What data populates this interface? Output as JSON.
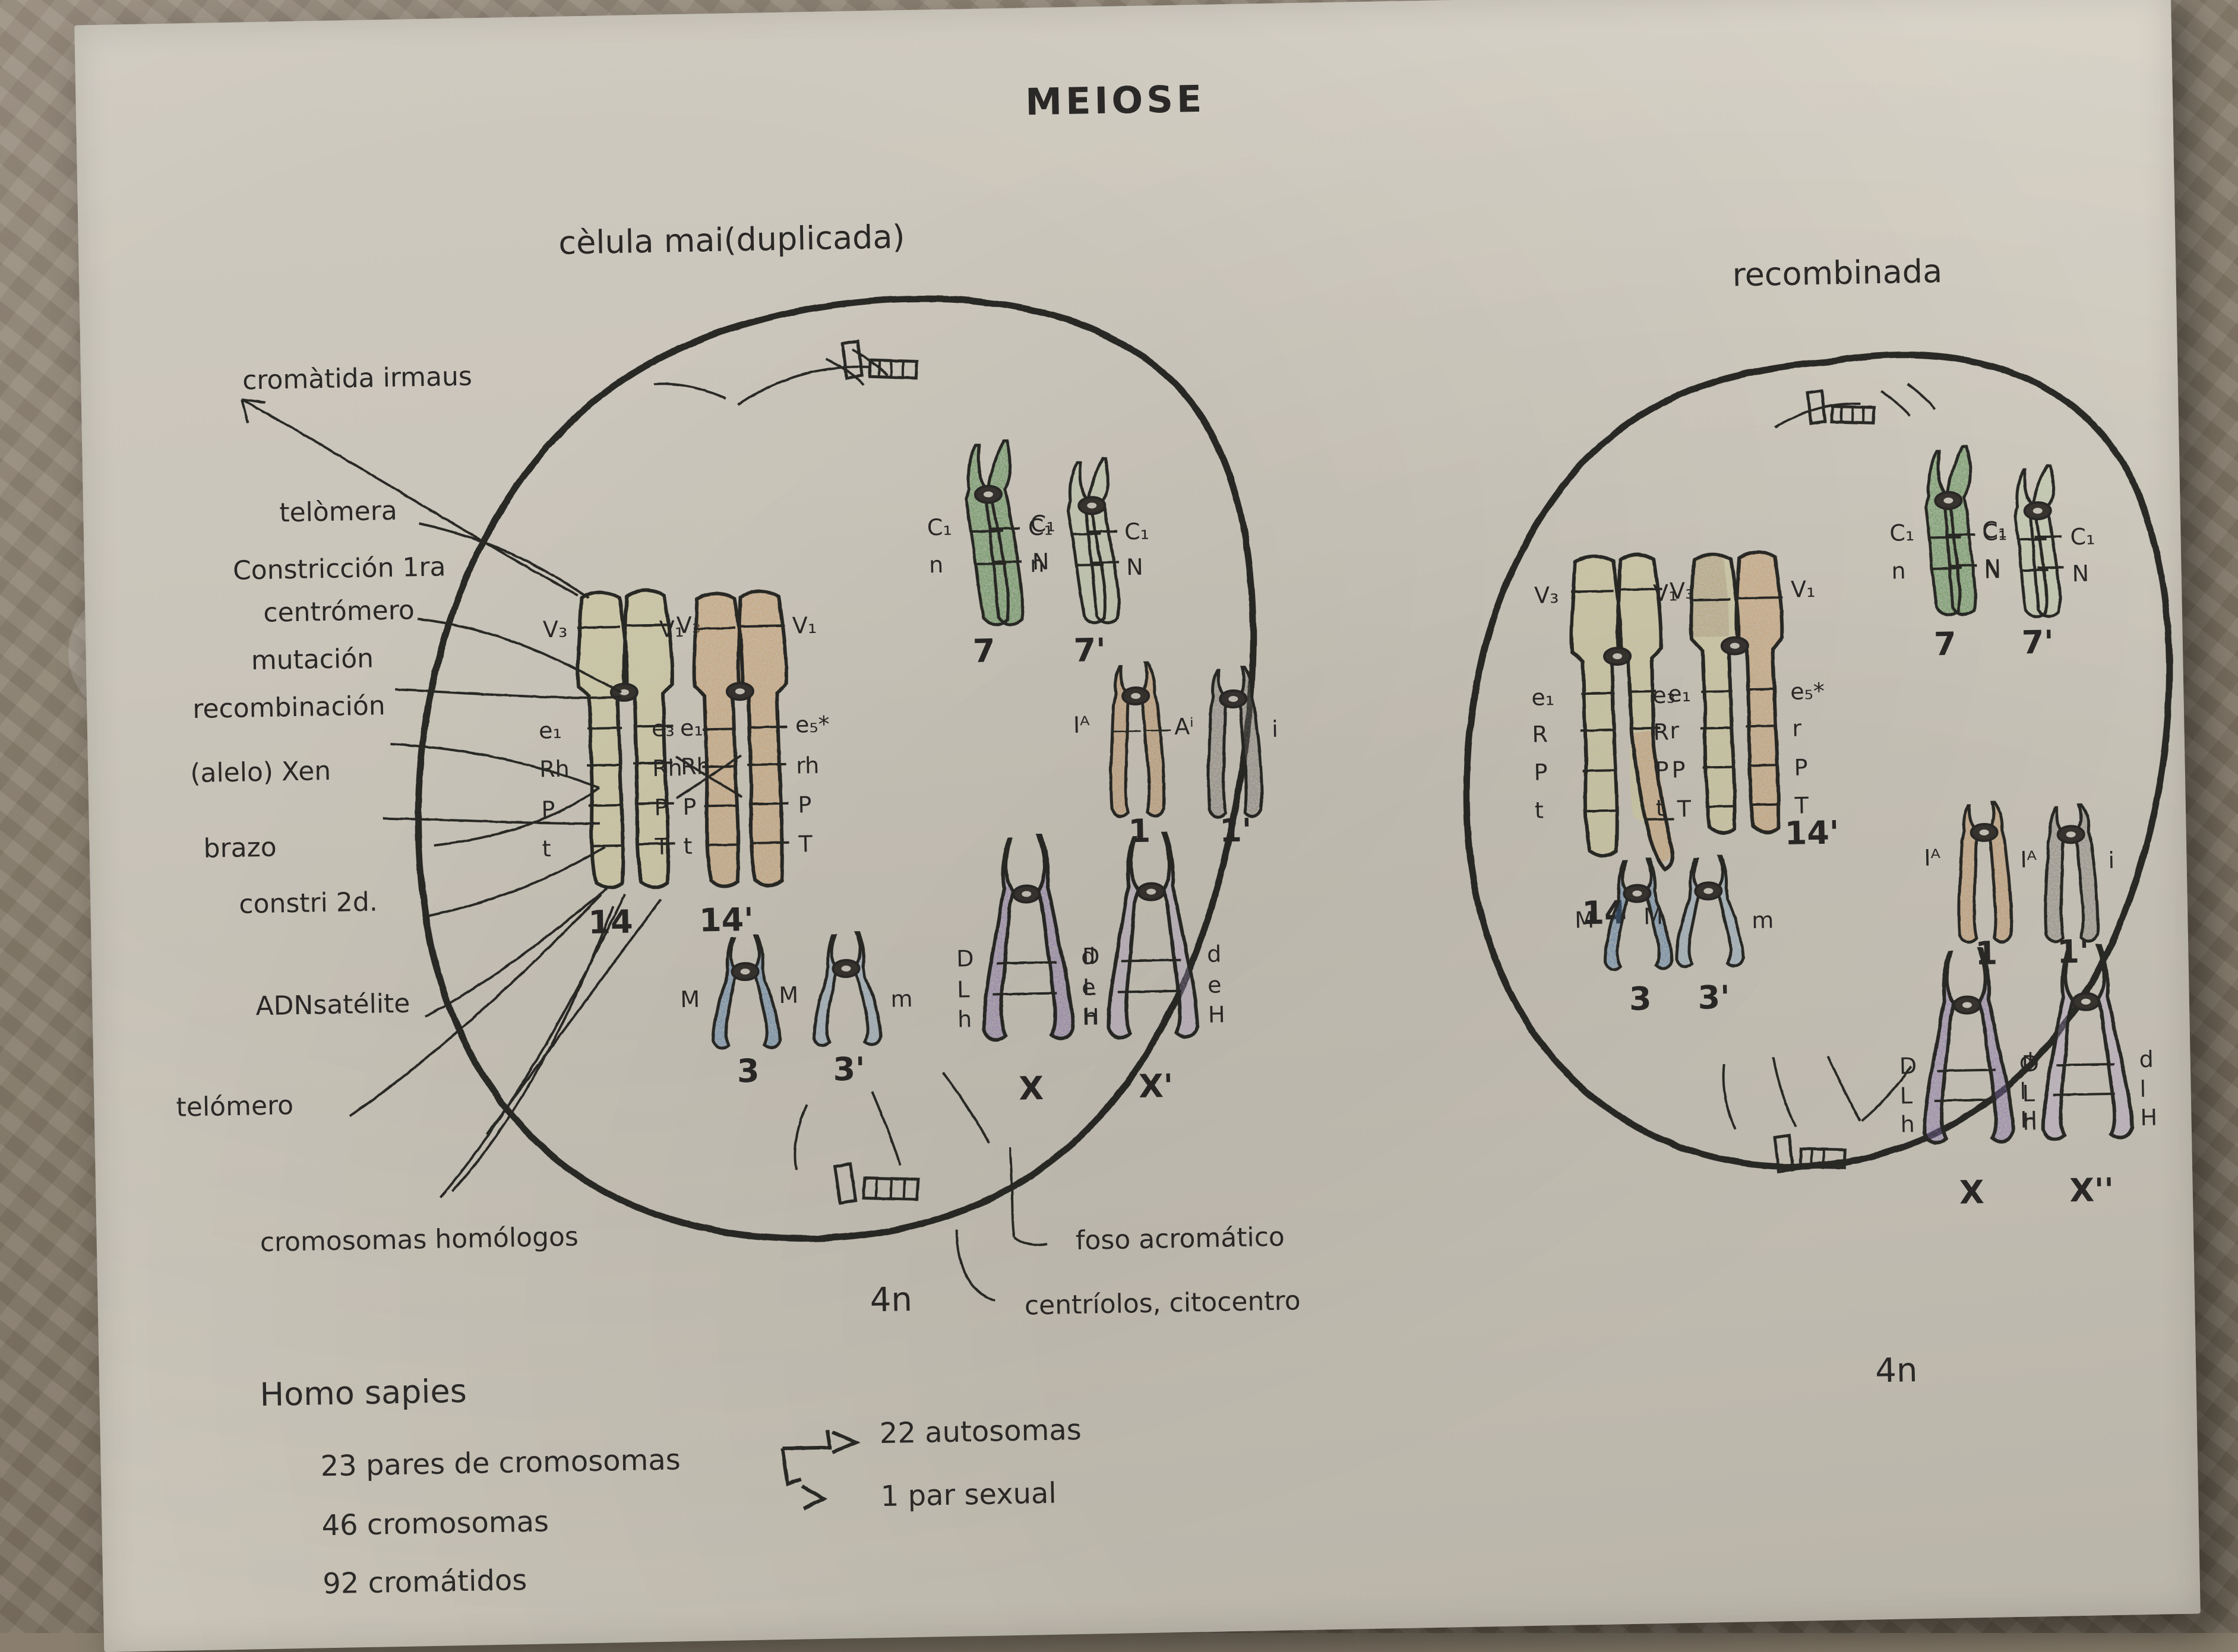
{
  "page": {
    "title": "MEIOSE",
    "background_color": "#8a7f6e",
    "paper_color": "#d5d0c4",
    "ink_color": "#2c2a28"
  },
  "cells": {
    "left": {
      "caption": "cèlula mai(duplicada)",
      "ploidy": "4n"
    },
    "right": {
      "caption": "recombinada",
      "ploidy": "4n"
    }
  },
  "annotations": {
    "left_labels": [
      "cromàtida irmaus",
      "telòmera",
      "Constricción 1ra",
      "centrómero",
      "mutación",
      "recombinación",
      "(alelo) Xen",
      "brazo",
      "constri 2d.",
      "ADNsatélite",
      "telómero",
      "cromosomas homólogos"
    ],
    "spindle_label": "foso acromático",
    "centriole_label": "centríolos, citocentro"
  },
  "legend": {
    "species": "Homo sapies",
    "lines": [
      "23 pares de cromosomas",
      "46 cromosomas",
      "92 cromátidos"
    ],
    "branch": [
      "22 autosomas",
      "1 par sexual"
    ]
  },
  "chromosomes": {
    "left_cell": [
      {
        "name": "14",
        "color": "#ddd79a",
        "alleles_left": [
          "e1",
          "Rh",
          "P",
          "t"
        ],
        "alleles_right": [
          "e1",
          "Rh",
          "P",
          "t"
        ],
        "top_left": "V3",
        "top_right": "V3"
      },
      {
        "name": "14'",
        "color": "#d8a468",
        "alleles_left": [
          "e3",
          "Rh",
          "P",
          "T"
        ],
        "alleles_right": [
          "e5*",
          "rh",
          "P",
          "T"
        ],
        "top_left": "V1",
        "top_right": "V1"
      },
      {
        "name": "7",
        "color": "#4e8f4a",
        "alleles_left": [
          "C1",
          "n"
        ],
        "alleles_right": [
          "C1",
          "n"
        ]
      },
      {
        "name": "7'",
        "color": "#b9d6a8",
        "alleles_left": [
          "C1",
          "N"
        ],
        "alleles_right": [
          "C1",
          "N"
        ]
      },
      {
        "name": "1",
        "color": "#c9945e",
        "alleles_left": [
          "IA"
        ],
        "alleles_right": [
          "Ai"
        ]
      },
      {
        "name": "1'",
        "color": "#7d7a77",
        "alleles_left": [
          "i"
        ],
        "alleles_right": [
          "i"
        ]
      },
      {
        "name": "3",
        "color": "#4b7fb5",
        "alleles_left": [
          "M"
        ],
        "alleles_right": [
          "M"
        ]
      },
      {
        "name": "3'",
        "color": "#7fa8cf",
        "alleles_left": [
          "M"
        ],
        "alleles_right": [
          "m"
        ]
      },
      {
        "name": "X",
        "color": "#8b77b8",
        "alleles_left": [
          "D",
          "L",
          "h"
        ],
        "alleles_right": [
          "D",
          "L",
          "h"
        ]
      },
      {
        "name": "X'",
        "color": "#b7a7d4",
        "alleles_left": [
          "d",
          "e",
          "H"
        ],
        "alleles_right": [
          "d",
          "e",
          "H"
        ]
      }
    ],
    "right_cell": [
      {
        "name": "14",
        "color": "#ddd79a",
        "alleles_left": [
          "e1",
          "R",
          "P",
          "t"
        ],
        "alleles_right": [
          "e1",
          "r",
          "P",
          "T"
        ],
        "top_left": "V3",
        "top_right": "V3"
      },
      {
        "name": "14'",
        "color": "#d8a468",
        "alleles_left": [
          "e3",
          "R",
          "P",
          "t"
        ],
        "alleles_right": [
          "e5*",
          "r",
          "P",
          "T"
        ],
        "top_left": "V1",
        "top_right": "V1"
      },
      {
        "name": "7",
        "color": "#4e8f4a",
        "alleles_left": [
          "C1",
          "n"
        ],
        "alleles_right": [
          "C1",
          "N"
        ]
      },
      {
        "name": "7'",
        "color": "#b9d6a8",
        "alleles_left": [
          "C1",
          "N"
        ],
        "alleles_right": [
          "C1",
          "N"
        ]
      },
      {
        "name": "1",
        "color": "#c9945e",
        "alleles_left": [
          "IA"
        ],
        "alleles_right": [
          "Ai"
        ]
      },
      {
        "name": "1'",
        "color": "#7d7a77",
        "alleles_left": [
          "i"
        ],
        "alleles_right": [
          "i"
        ]
      },
      {
        "name": "3",
        "color": "#4b7fb5",
        "alleles_left": [
          "M"
        ],
        "alleles_right": [
          "M"
        ]
      },
      {
        "name": "3'",
        "color": "#7fa8cf",
        "alleles_left": [
          "M"
        ],
        "alleles_right": [
          "m"
        ]
      },
      {
        "name": "X",
        "color": "#8b77b8",
        "alleles_left": [
          "D",
          "L",
          "h"
        ],
        "alleles_right": [
          "D",
          "L",
          "h"
        ]
      },
      {
        "name": "X''",
        "color": "#b7a7d4",
        "alleles_left": [
          "d",
          "l",
          "H"
        ],
        "alleles_right": [
          "d",
          "l",
          "H"
        ]
      }
    ]
  },
  "chart_data": {
    "type": "diagram",
    "title": "MEIOSE",
    "description": "Hand-drawn meiosis diagram: a duplicated mother cell (4n) beside a recombined cell (4n), each containing labelled homologous chromosome pairs.",
    "series": [
      {
        "name": "cèlula mai(duplicada)",
        "ploidy": "4n",
        "pairs": [
          "14 / 14'",
          "7 / 7'",
          "1 / 1'",
          "3 / 3'",
          "X / X'"
        ]
      },
      {
        "name": "recombinada",
        "ploidy": "4n",
        "pairs": [
          "14 / 14'",
          "7 / 7'",
          "1 / 1'",
          "3 / 3'",
          "X / X''"
        ]
      }
    ],
    "annotations": [
      "cromàtida irmaus",
      "telòmera",
      "Constricción 1ra",
      "centrómero",
      "mutación",
      "recombinación",
      "(alelo) Xen",
      "brazo",
      "constri 2d.",
      "ADNsatélite",
      "telómero",
      "cromosomas homólogos",
      "foso acromático",
      "centríolos, citocentro"
    ]
  }
}
